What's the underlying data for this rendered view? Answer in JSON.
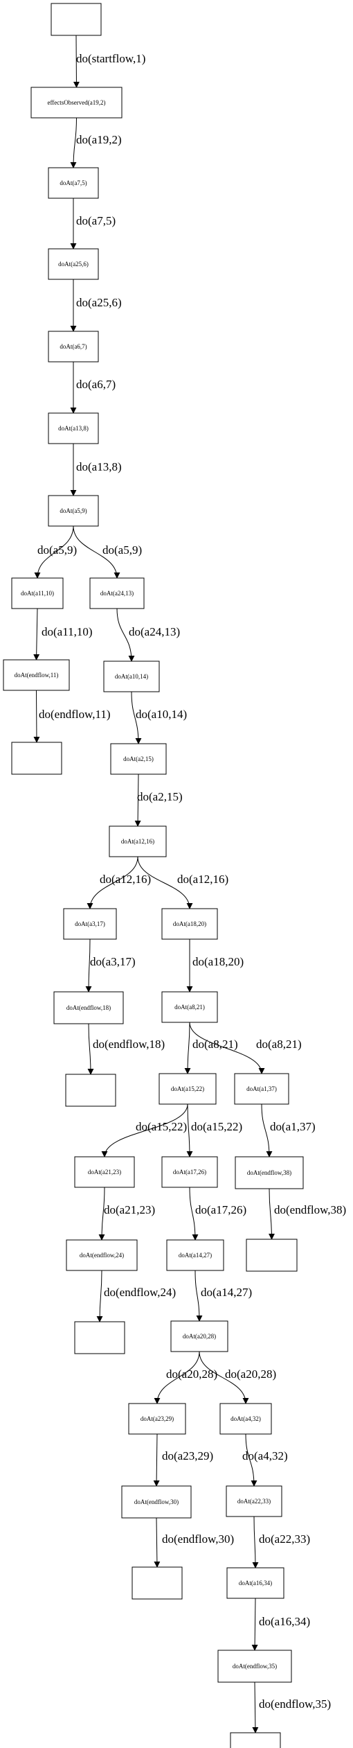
{
  "graph": {
    "nodes": [
      {
        "id": "start",
        "label": ""
      },
      {
        "id": "n1",
        "label": "effectsObserved(a19,2)"
      },
      {
        "id": "n2",
        "label": "doAt(a7,5)"
      },
      {
        "id": "n3",
        "label": "doAt(a25,6)"
      },
      {
        "id": "n4",
        "label": "doAt(a6,7)"
      },
      {
        "id": "n5",
        "label": "doAt(a13,8)"
      },
      {
        "id": "n6",
        "label": "doAt(a5,9)"
      },
      {
        "id": "n7",
        "label": "doAt(a11,10)"
      },
      {
        "id": "n8",
        "label": "doAt(a24,13)"
      },
      {
        "id": "n9",
        "label": "doAt(endflow,11)"
      },
      {
        "id": "n10",
        "label": "doAt(a10,14)"
      },
      {
        "id": "e1",
        "label": ""
      },
      {
        "id": "n11",
        "label": "doAt(a2,15)"
      },
      {
        "id": "n12",
        "label": "doAt(a12,16)"
      },
      {
        "id": "n13",
        "label": "doAt(a3,17)"
      },
      {
        "id": "n14",
        "label": "doAt(a18,20)"
      },
      {
        "id": "n15",
        "label": "doAt(endflow,18)"
      },
      {
        "id": "n16",
        "label": "doAt(a8,21)"
      },
      {
        "id": "e2",
        "label": ""
      },
      {
        "id": "n17",
        "label": "doAt(a15,22)"
      },
      {
        "id": "n18",
        "label": "doAt(a1,37)"
      },
      {
        "id": "n19",
        "label": "doAt(a21,23)"
      },
      {
        "id": "n20",
        "label": "doAt(a17,26)"
      },
      {
        "id": "n21",
        "label": "doAt(endflow,38)"
      },
      {
        "id": "n22",
        "label": "doAt(endflow,24)"
      },
      {
        "id": "n23",
        "label": "doAt(a14,27)"
      },
      {
        "id": "e3",
        "label": ""
      },
      {
        "id": "e4",
        "label": ""
      },
      {
        "id": "n24",
        "label": "doAt(a20,28)"
      },
      {
        "id": "n25",
        "label": "doAt(a23,29)"
      },
      {
        "id": "n26",
        "label": "doAt(a4,32)"
      },
      {
        "id": "n27",
        "label": "doAt(endflow,30)"
      },
      {
        "id": "n28",
        "label": "doAt(a22,33)"
      },
      {
        "id": "e5",
        "label": ""
      },
      {
        "id": "n29",
        "label": "doAt(a16,34)"
      },
      {
        "id": "n30",
        "label": "doAt(endflow,35)"
      },
      {
        "id": "e6",
        "label": ""
      }
    ],
    "edges": [
      {
        "from": "start",
        "to": "n1",
        "label": "do(startflow,1)"
      },
      {
        "from": "n1",
        "to": "n2",
        "label": "do(a19,2)"
      },
      {
        "from": "n2",
        "to": "n3",
        "label": "do(a7,5)"
      },
      {
        "from": "n3",
        "to": "n4",
        "label": "do(a25,6)"
      },
      {
        "from": "n4",
        "to": "n5",
        "label": "do(a6,7)"
      },
      {
        "from": "n5",
        "to": "n6",
        "label": "do(a13,8)"
      },
      {
        "from": "n6",
        "to": "n7",
        "label": "do(a5,9)"
      },
      {
        "from": "n6",
        "to": "n8",
        "label": "do(a5,9)"
      },
      {
        "from": "n7",
        "to": "n9",
        "label": "do(a11,10)"
      },
      {
        "from": "n8",
        "to": "n10",
        "label": "do(a24,13)"
      },
      {
        "from": "n9",
        "to": "e1",
        "label": "do(endflow,11)"
      },
      {
        "from": "n10",
        "to": "n11",
        "label": "do(a10,14)"
      },
      {
        "from": "n11",
        "to": "n12",
        "label": "do(a2,15)"
      },
      {
        "from": "n12",
        "to": "n13",
        "label": "do(a12,16)"
      },
      {
        "from": "n12",
        "to": "n14",
        "label": "do(a12,16)"
      },
      {
        "from": "n13",
        "to": "n15",
        "label": "do(a3,17)"
      },
      {
        "from": "n14",
        "to": "n16",
        "label": "do(a18,20)"
      },
      {
        "from": "n15",
        "to": "e2",
        "label": "do(endflow,18)"
      },
      {
        "from": "n16",
        "to": "n17",
        "label": "do(a8,21)"
      },
      {
        "from": "n16",
        "to": "n18",
        "label": "do(a8,21)"
      },
      {
        "from": "n17",
        "to": "n19",
        "label": "do(a15,22)"
      },
      {
        "from": "n17",
        "to": "n20",
        "label": "do(a15,22)"
      },
      {
        "from": "n18",
        "to": "n21",
        "label": "do(a1,37)"
      },
      {
        "from": "n19",
        "to": "n22",
        "label": "do(a21,23)"
      },
      {
        "from": "n20",
        "to": "n23",
        "label": "do(a17,26)"
      },
      {
        "from": "n21",
        "to": "e3",
        "label": "do(endflow,38)"
      },
      {
        "from": "n22",
        "to": "e4",
        "label": "do(endflow,24)"
      },
      {
        "from": "n23",
        "to": "n24",
        "label": "do(a14,27)"
      },
      {
        "from": "n24",
        "to": "n25",
        "label": "do(a20,28)"
      },
      {
        "from": "n24",
        "to": "n26",
        "label": "do(a20,28)"
      },
      {
        "from": "n25",
        "to": "n27",
        "label": "do(a23,29)"
      },
      {
        "from": "n26",
        "to": "n28",
        "label": "do(a4,32)"
      },
      {
        "from": "n27",
        "to": "e5",
        "label": "do(endflow,30)"
      },
      {
        "from": "n28",
        "to": "n29",
        "label": "do(a22,33)"
      },
      {
        "from": "n29",
        "to": "n30",
        "label": "do(a16,34)"
      },
      {
        "from": "n30",
        "to": "e6",
        "label": "do(endflow,35)"
      }
    ]
  }
}
